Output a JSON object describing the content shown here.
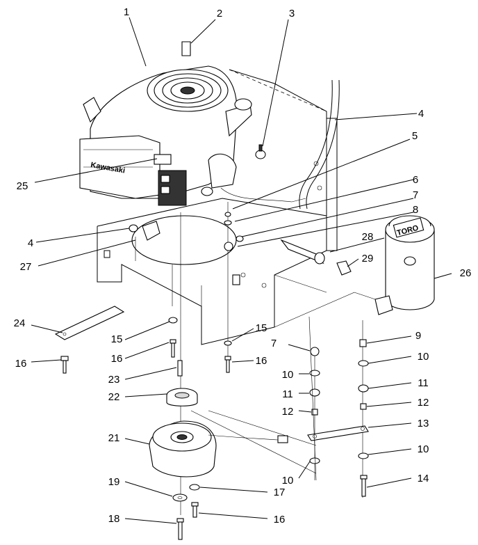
{
  "callouts": [
    {
      "id": "c1",
      "text": "1"
    },
    {
      "id": "c2",
      "text": "2"
    },
    {
      "id": "c3",
      "text": "3"
    },
    {
      "id": "c4a",
      "text": "4"
    },
    {
      "id": "c4b",
      "text": "4"
    },
    {
      "id": "c5",
      "text": "5"
    },
    {
      "id": "c6",
      "text": "6"
    },
    {
      "id": "c7a",
      "text": "7"
    },
    {
      "id": "c7b",
      "text": "7"
    },
    {
      "id": "c8",
      "text": "8"
    },
    {
      "id": "c9",
      "text": "9"
    },
    {
      "id": "c10a",
      "text": "10"
    },
    {
      "id": "c10b",
      "text": "10"
    },
    {
      "id": "c10c",
      "text": "10"
    },
    {
      "id": "c10d",
      "text": "10"
    },
    {
      "id": "c11a",
      "text": "11"
    },
    {
      "id": "c11b",
      "text": "11"
    },
    {
      "id": "c12a",
      "text": "12"
    },
    {
      "id": "c12b",
      "text": "12"
    },
    {
      "id": "c13",
      "text": "13"
    },
    {
      "id": "c14",
      "text": "14"
    },
    {
      "id": "c15a",
      "text": "15"
    },
    {
      "id": "c15b",
      "text": "15"
    },
    {
      "id": "c16a",
      "text": "16"
    },
    {
      "id": "c16b",
      "text": "16"
    },
    {
      "id": "c16c",
      "text": "16"
    },
    {
      "id": "c16d",
      "text": "16"
    },
    {
      "id": "c17",
      "text": "17"
    },
    {
      "id": "c18",
      "text": "18"
    },
    {
      "id": "c19",
      "text": "19"
    },
    {
      "id": "c21",
      "text": "21"
    },
    {
      "id": "c22",
      "text": "22"
    },
    {
      "id": "c23",
      "text": "23"
    },
    {
      "id": "c24",
      "text": "24"
    },
    {
      "id": "c25",
      "text": "25"
    },
    {
      "id": "c26",
      "text": "26"
    },
    {
      "id": "c27",
      "text": "27"
    },
    {
      "id": "c28",
      "text": "28"
    },
    {
      "id": "c29",
      "text": "29"
    }
  ],
  "engine_brand": "Kawasaki",
  "filter_brand": "TORO",
  "decal_text": "TORO",
  "icons": [
    "engine-icon",
    "air-filter-icon",
    "clutch-icon",
    "pulley-icon"
  ]
}
